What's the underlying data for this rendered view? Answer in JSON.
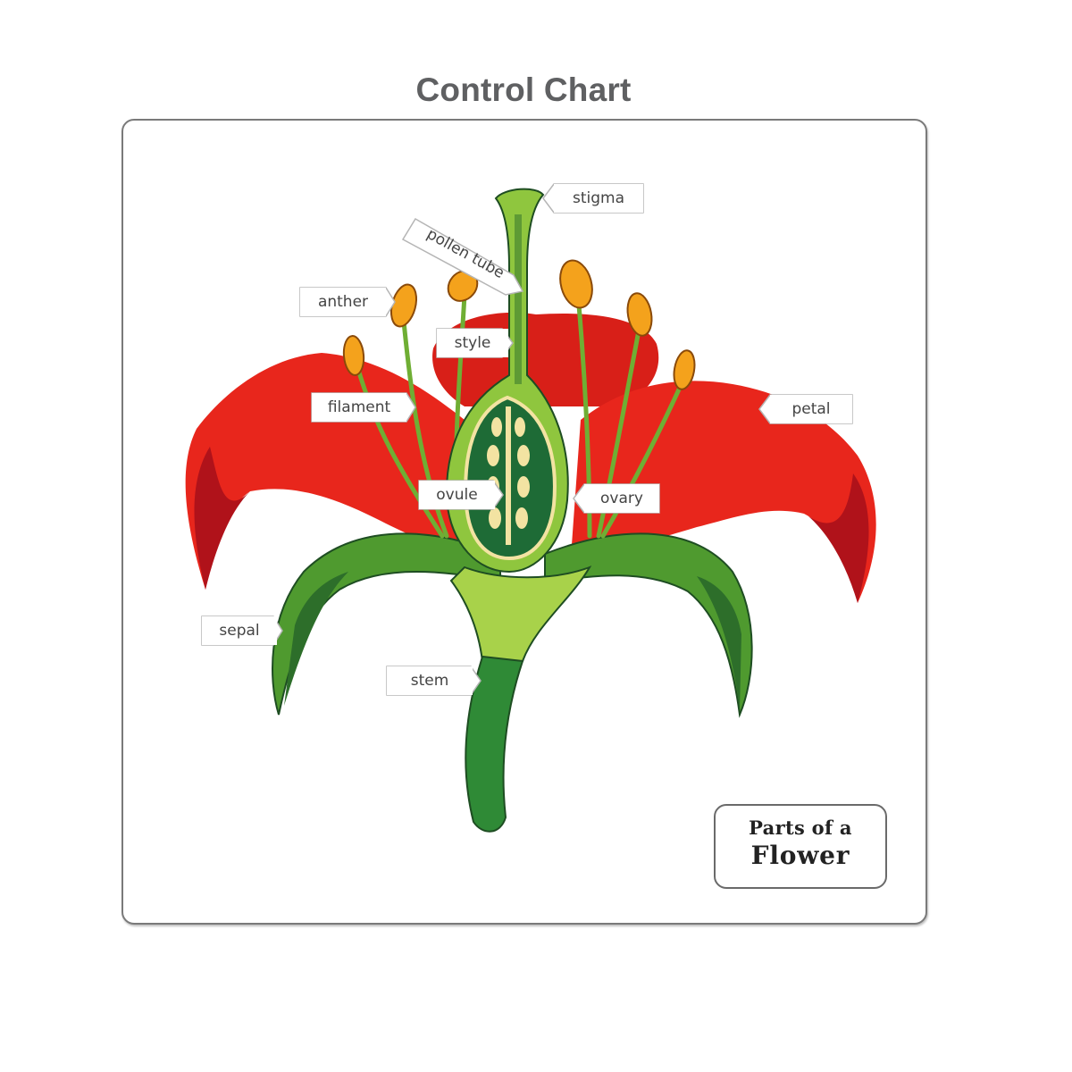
{
  "title": "Control Chart",
  "diagram": {
    "subject": "Parts of a Flower",
    "badge": {
      "line1": "Parts of a",
      "line2": "Flower"
    },
    "labels": [
      {
        "id": "stigma",
        "text": "stigma"
      },
      {
        "id": "pollen-tube",
        "text": "pollen tube"
      },
      {
        "id": "anther",
        "text": "anther"
      },
      {
        "id": "style",
        "text": "style"
      },
      {
        "id": "filament",
        "text": "filament"
      },
      {
        "id": "petal",
        "text": "petal"
      },
      {
        "id": "ovule",
        "text": "ovule"
      },
      {
        "id": "ovary",
        "text": "ovary"
      },
      {
        "id": "sepal",
        "text": "sepal"
      },
      {
        "id": "stem",
        "text": "stem"
      }
    ],
    "colors": {
      "petal": "#e8261c",
      "petal_dark": "#b0121a",
      "green_light": "#8fc63e",
      "green_mid": "#4f9a2f",
      "green_dark": "#1e6b36",
      "ovule": "#f3e3a2",
      "anther": "#f4a21c",
      "frame": "#7a7a7a",
      "title": "#5f6062"
    }
  }
}
